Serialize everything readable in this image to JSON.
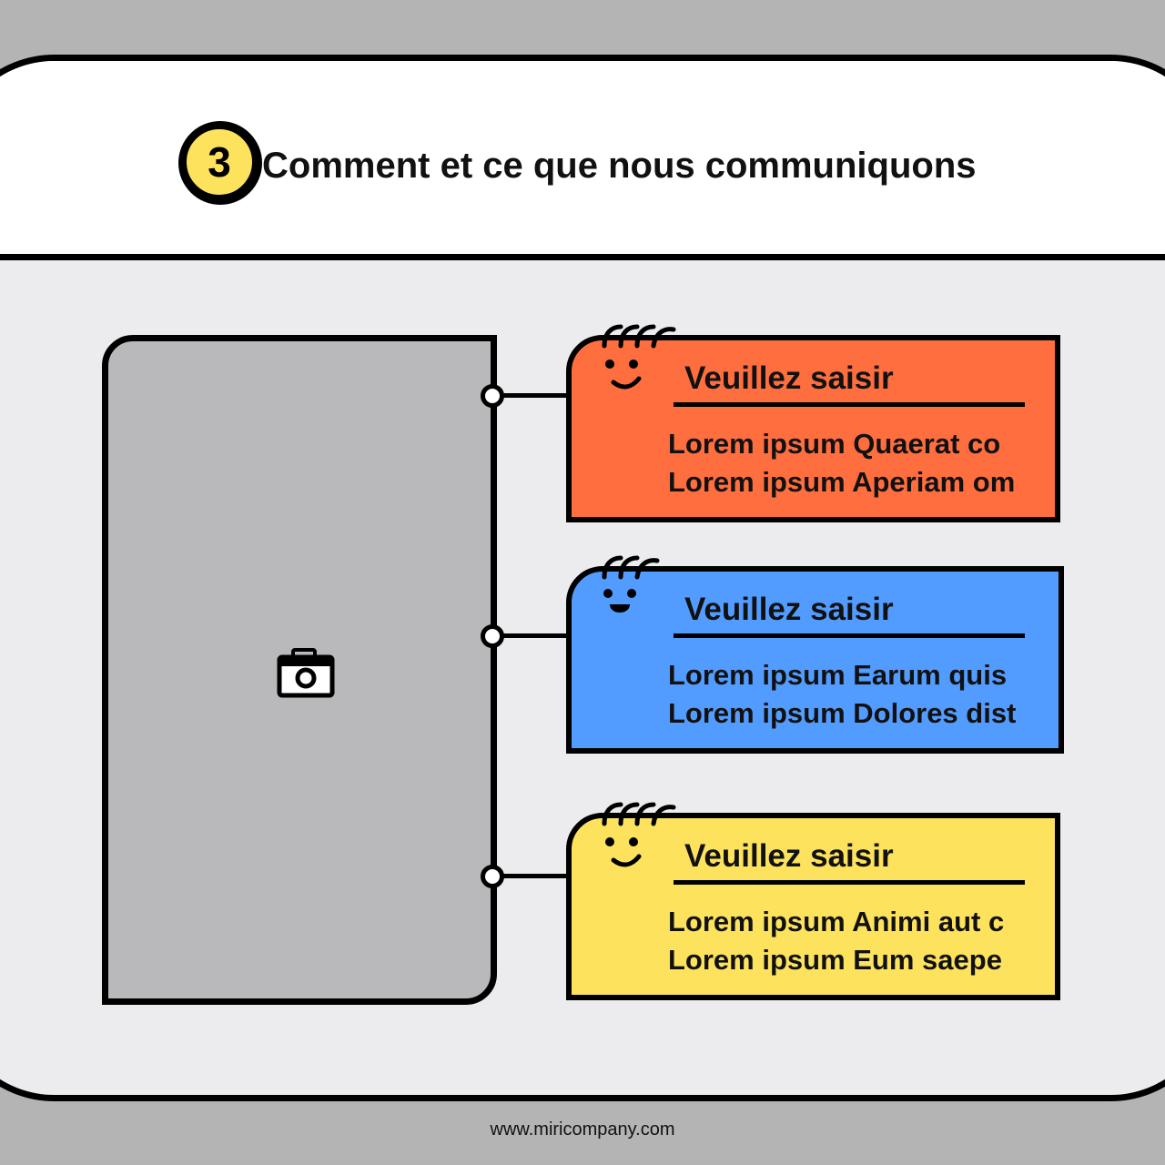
{
  "header": {
    "step_number": "3",
    "title": "Comment et ce que nous communiquons"
  },
  "photo_placeholder": {
    "icon": "camera-icon"
  },
  "cards": [
    {
      "title": "Veuillez saisir",
      "lines": [
        "Lorem ipsum Quaerat co",
        "Lorem ipsum Aperiam om"
      ],
      "color": "#ff6e3e",
      "face": "smile"
    },
    {
      "title": "Veuillez saisir",
      "lines": [
        "Lorem ipsum Earum quis",
        "Lorem ipsum Dolores dist"
      ],
      "color": "#539cff",
      "face": "open-mouth"
    },
    {
      "title": "Veuillez saisir",
      "lines": [
        "Lorem ipsum Animi aut c",
        "Lorem ipsum Eum saepe"
      ],
      "color": "#fde25d",
      "face": "smile"
    }
  ],
  "footer": {
    "url": "www.miricompany.com"
  },
  "colors": {
    "background": "#b4b4b4",
    "panel": "#ecebed",
    "header": "#ffffff",
    "badge": "#fde25d",
    "photo": "#b9b8bb"
  }
}
